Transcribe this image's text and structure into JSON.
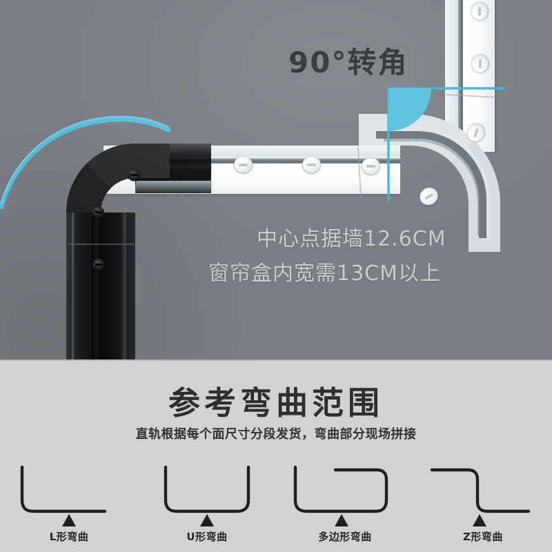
{
  "photo": {
    "angle_title": "90°转角",
    "spec_line_1": "中心点据墙12.6CM",
    "spec_line_2": "窗帘盒内宽需13CM以上",
    "background_color": "#7b7f85",
    "accent_color": "#55c0dd",
    "white_track_color": "#ffffff",
    "black_track_color": "#17181a",
    "icons": {
      "angle_indicator": "quarter-circle-angle-icon",
      "bend_sweep": "curved-arc-arrow-icon",
      "glider": "roller-glider-icon",
      "screw": "screw-head-icon"
    }
  },
  "bend_section": {
    "heading": "参考弯曲范围",
    "subtitle": "直轨根据每个面尺寸分段发货，弯曲部分现场拼接",
    "background_color": "#d1d2d3",
    "stroke_color": "#1d1f21",
    "shapes": [
      {
        "id": "l-bend",
        "label": "L形弯曲",
        "marker": "▲"
      },
      {
        "id": "u-bend",
        "label": "U形弯曲",
        "marker": "▲"
      },
      {
        "id": "polygon-bend",
        "label": "多边形弯曲",
        "marker": "▲"
      },
      {
        "id": "z-bend",
        "label": "Z形弯曲",
        "marker": "▲"
      }
    ]
  }
}
